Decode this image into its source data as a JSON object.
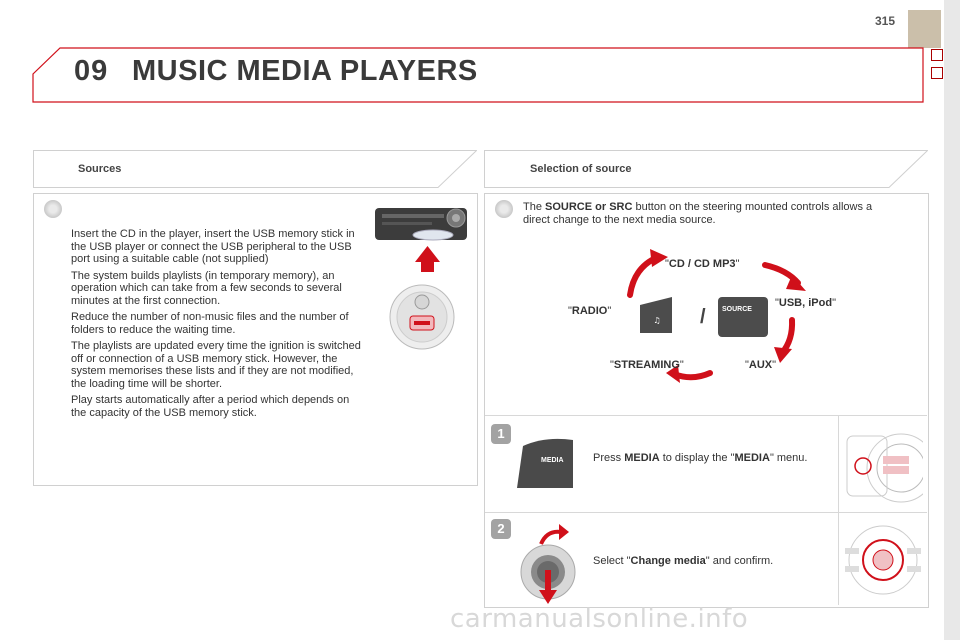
{
  "page": {
    "number": "315"
  },
  "chapter": {
    "number": "09",
    "title": "MUSIC MEDIA PLAYERS"
  },
  "left": {
    "section_title": "Sources",
    "paragraphs": [
      "Insert the CD in the player, insert the USB memory stick in the USB player or connect the USB peripheral to the USB port using a suitable cable (not supplied)",
      "The system builds playlists (in temporary memory), an operation which can take from a few seconds to several minutes at the first connection.",
      "Reduce the number of non-music files and the number of folders to reduce the waiting time.",
      "The playlists are updated every time the ignition is switched off or connection of a USB memory stick. However, the system memorises these lists and if they are not modified, the loading time will be shorter.",
      "Play starts automatically after a period which depends on the capacity of the USB memory stick."
    ]
  },
  "right": {
    "section_title": "Selection of source",
    "intro_pre": "The ",
    "intro_bold": "SOURCE or SRC",
    "intro_post": " button on the steering mounted controls allows a direct change to the next media source.",
    "sources": {
      "cd": "CD / CD MP3",
      "usb": "USB, iPod",
      "aux": "AUX",
      "streaming": "STREAMING",
      "radio": "RADIO"
    },
    "quote": "\"",
    "slash": "/",
    "source_button_label": "SOURCE",
    "media_button_label": "MEDIA",
    "step1": {
      "num": "1",
      "pre": "Press ",
      "bold1": "MEDIA",
      "mid": " to display the \"",
      "bold2": "MEDIA",
      "post": "\" menu."
    },
    "step2": {
      "num": "2",
      "pre": "Select \"",
      "bold": "Change media",
      "post": "\" and confirm."
    }
  },
  "footer": {
    "watermark": "carmanualsonline.info"
  },
  "colors": {
    "accent_red": "#d0101a",
    "tab": "#cbbfaa"
  }
}
